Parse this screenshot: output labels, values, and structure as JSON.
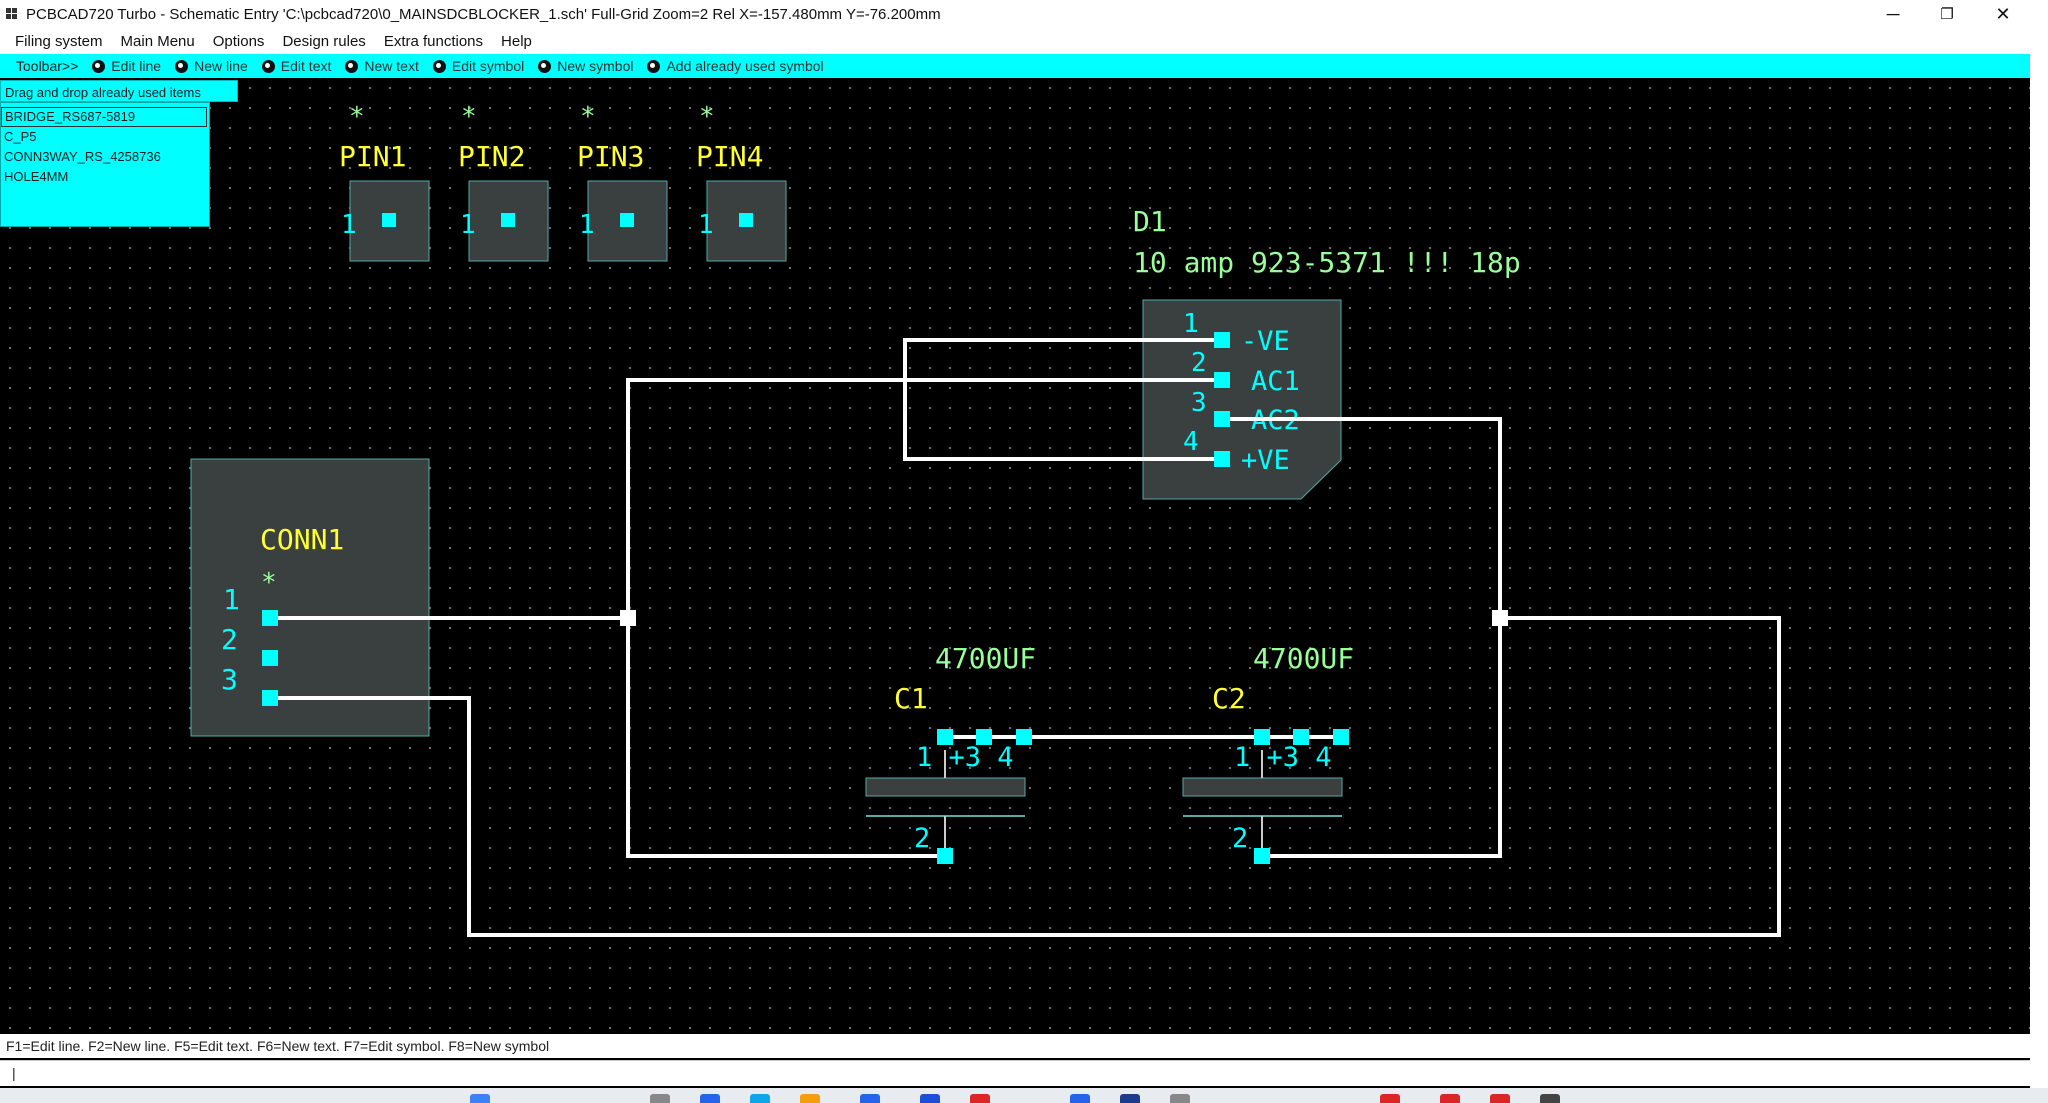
{
  "window": {
    "title": "PCBCAD720 Turbo - Schematic Entry 'C:\\pcbcad720\\0_MAINSDCBLOCKER_1.sch' Full-Grid Zoom=2 Rel X=-157.480mm Y=-76.200mm",
    "minimize": "─",
    "restore": "❐",
    "close": "✕"
  },
  "menu": [
    "Filing system",
    "Main Menu",
    "Options",
    "Design rules",
    "Extra functions",
    "Help"
  ],
  "toolbar": {
    "label": "Toolbar>>",
    "items": [
      "Edit line",
      "New line",
      "Edit text",
      "New text",
      "Edit symbol",
      "New symbol",
      "Add already used symbol"
    ]
  },
  "palette": {
    "hint": "Drag and drop already used items",
    "items": [
      "BRIDGE_RS687-5819",
      "C_P5",
      "CONN3WAY_RS_4258736",
      "HOLE4MM"
    ],
    "selected_index": 0
  },
  "schematic": {
    "pins": [
      {
        "name": "PIN1",
        "pin": "1"
      },
      {
        "name": "PIN2",
        "pin": "1"
      },
      {
        "name": "PIN3",
        "pin": "1"
      },
      {
        "name": "PIN4",
        "pin": "1"
      }
    ],
    "marker": "*",
    "d1": {
      "ref": "D1",
      "value": "10 amp 923-5371  !!! 18p",
      "pins": [
        {
          "num": "1",
          "label": "-VE"
        },
        {
          "num": "2",
          "label": "AC1"
        },
        {
          "num": "3",
          "label": "AC2"
        },
        {
          "num": "4",
          "label": "+VE"
        }
      ]
    },
    "conn1": {
      "ref": "CONN1",
      "pins": [
        "1",
        "2",
        "3"
      ]
    },
    "c1": {
      "ref": "C1",
      "value": "4700UF",
      "pin_top": "1 +3 4",
      "pin_bottom": "2"
    },
    "c2": {
      "ref": "C2",
      "value": "4700UF",
      "pin_top": "1 +3 4",
      "pin_bottom": "2"
    }
  },
  "status": {
    "shortcuts": "F1=Edit line. F2=New line. F5=Edit text. F6=New text. F7=Edit symbol. F8=New symbol",
    "command": "|"
  },
  "colors": {
    "cyan": "#00ffff",
    "wire": "#ffffff",
    "body": "#3a3f3f",
    "ref_text": "#ffff33",
    "value_text": "#99ff99",
    "pin_text": "#00ffff"
  }
}
